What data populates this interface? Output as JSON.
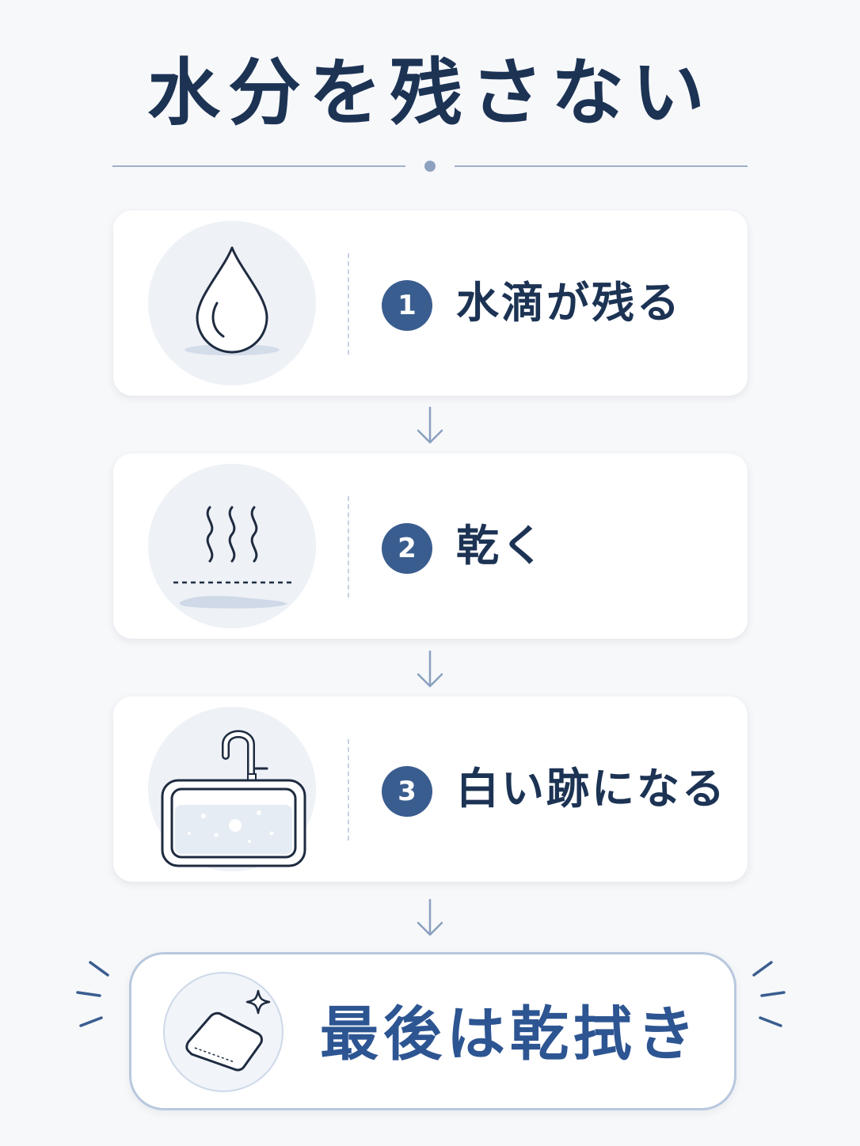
{
  "title": "水分を残さない",
  "steps": [
    {
      "number": "1",
      "label": "水滴が残る",
      "icon": "water-drop-icon"
    },
    {
      "number": "2",
      "label": "乾く",
      "icon": "evaporation-icon"
    },
    {
      "number": "3",
      "label": "白い跡になる",
      "icon": "sink-icon"
    }
  ],
  "final": {
    "label": "最後は乾拭き",
    "icon": "cloth-icon"
  },
  "colors": {
    "title": "#1c3354",
    "accent": "#3a5d8f",
    "final_text": "#2d5592",
    "background": "#f7f8fa"
  }
}
